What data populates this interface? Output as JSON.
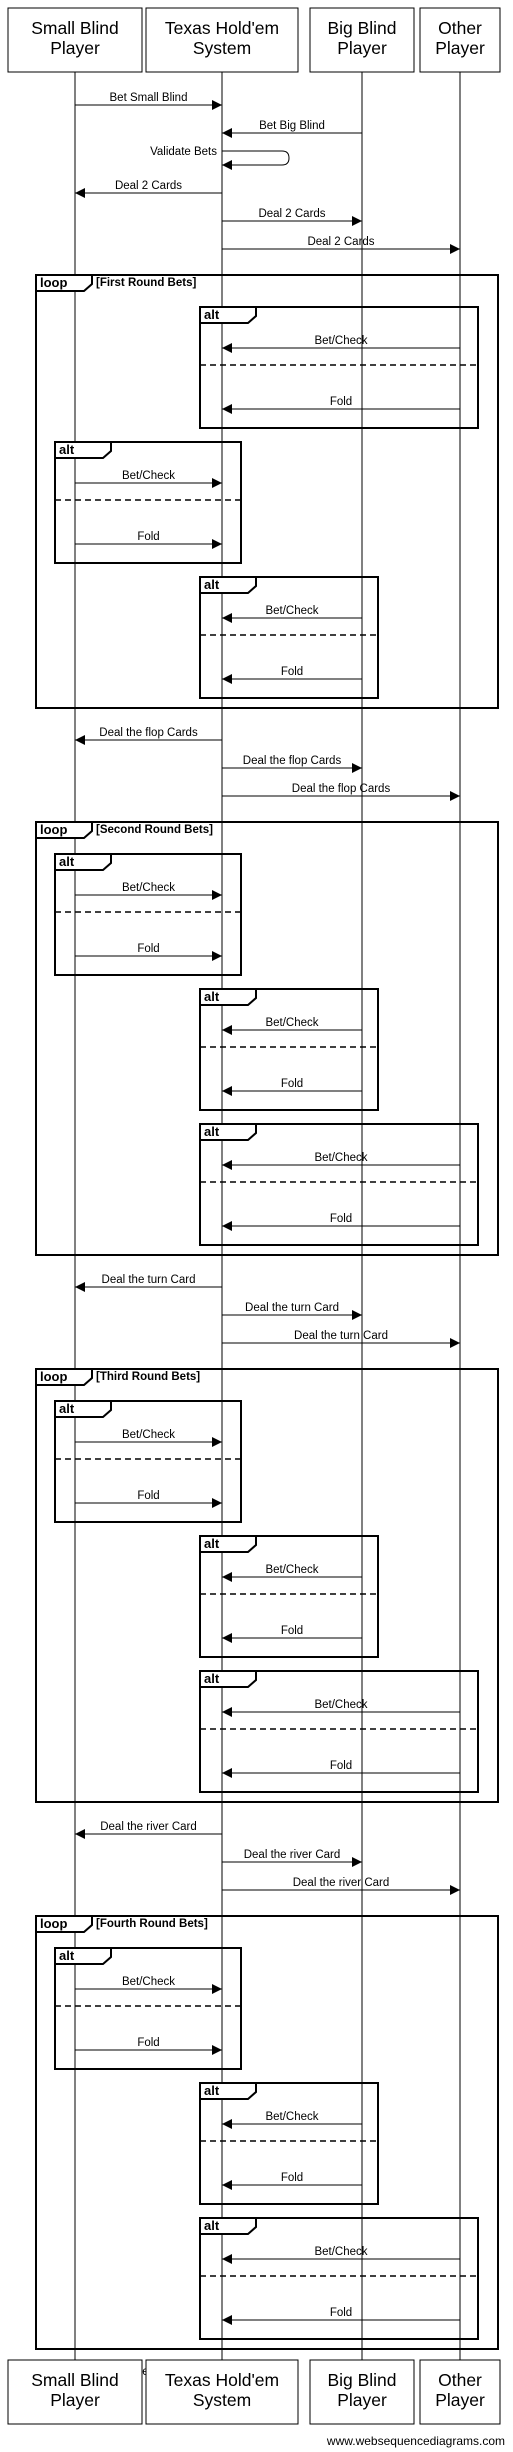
{
  "participants": [
    {
      "id": "sb",
      "lines": [
        "Small Blind",
        "Player"
      ]
    },
    {
      "id": "sys",
      "lines": [
        "Texas Hold'em",
        "System"
      ]
    },
    {
      "id": "bb",
      "lines": [
        "Big Blind",
        "Player"
      ]
    },
    {
      "id": "op",
      "lines": [
        "Other",
        "Player"
      ]
    }
  ],
  "events": [
    {
      "kind": "msg",
      "from": "sb",
      "to": "sys",
      "label": "Bet Small Blind"
    },
    {
      "kind": "msg",
      "from": "bb",
      "to": "sys",
      "label": "Bet Big Blind"
    },
    {
      "kind": "self",
      "at": "sys",
      "label": "Validate Bets"
    },
    {
      "kind": "msg",
      "from": "sys",
      "to": "sb",
      "label": "Deal 2 Cards"
    },
    {
      "kind": "msg",
      "from": "sys",
      "to": "bb",
      "label": "Deal 2 Cards"
    },
    {
      "kind": "msg",
      "from": "sys",
      "to": "op",
      "label": "Deal 2 Cards"
    },
    {
      "kind": "loop",
      "label": "loop",
      "condition": "[First Round Bets]",
      "body": [
        {
          "kind": "alt",
          "label": "alt",
          "player": "op",
          "options": [
            "Bet/Check",
            "Fold"
          ]
        },
        {
          "kind": "alt",
          "label": "alt",
          "player": "sb",
          "options": [
            "Bet/Check",
            "Fold"
          ]
        },
        {
          "kind": "alt",
          "label": "alt",
          "player": "bb",
          "options": [
            "Bet/Check",
            "Fold"
          ]
        }
      ]
    },
    {
      "kind": "msg",
      "from": "sys",
      "to": "sb",
      "label": "Deal the flop Cards"
    },
    {
      "kind": "msg",
      "from": "sys",
      "to": "bb",
      "label": "Deal the flop Cards"
    },
    {
      "kind": "msg",
      "from": "sys",
      "to": "op",
      "label": "Deal the flop Cards"
    },
    {
      "kind": "loop",
      "label": "loop",
      "condition": "[Second Round Bets]",
      "body": [
        {
          "kind": "alt",
          "label": "alt",
          "player": "sb",
          "options": [
            "Bet/Check",
            "Fold"
          ]
        },
        {
          "kind": "alt",
          "label": "alt",
          "player": "bb",
          "options": [
            "Bet/Check",
            "Fold"
          ]
        },
        {
          "kind": "alt",
          "label": "alt",
          "player": "op",
          "options": [
            "Bet/Check",
            "Fold"
          ]
        }
      ]
    },
    {
      "kind": "msg",
      "from": "sys",
      "to": "sb",
      "label": "Deal the turn Card"
    },
    {
      "kind": "msg",
      "from": "sys",
      "to": "bb",
      "label": "Deal the turn Card"
    },
    {
      "kind": "msg",
      "from": "sys",
      "to": "op",
      "label": "Deal the turn Card"
    },
    {
      "kind": "loop",
      "label": "loop",
      "condition": "[Third Round Bets]",
      "body": [
        {
          "kind": "alt",
          "label": "alt",
          "player": "sb",
          "options": [
            "Bet/Check",
            "Fold"
          ]
        },
        {
          "kind": "alt",
          "label": "alt",
          "player": "bb",
          "options": [
            "Bet/Check",
            "Fold"
          ]
        },
        {
          "kind": "alt",
          "label": "alt",
          "player": "op",
          "options": [
            "Bet/Check",
            "Fold"
          ]
        }
      ]
    },
    {
      "kind": "msg",
      "from": "sys",
      "to": "sb",
      "label": "Deal the river Card"
    },
    {
      "kind": "msg",
      "from": "sys",
      "to": "bb",
      "label": "Deal the river Card"
    },
    {
      "kind": "msg",
      "from": "sys",
      "to": "op",
      "label": "Deal the river Card"
    },
    {
      "kind": "loop",
      "label": "loop",
      "condition": "[Fourth Round Bets]",
      "body": [
        {
          "kind": "alt",
          "label": "alt",
          "player": "sb",
          "options": [
            "Bet/Check",
            "Fold"
          ]
        },
        {
          "kind": "alt",
          "label": "alt",
          "player": "bb",
          "options": [
            "Bet/Check",
            "Fold"
          ]
        },
        {
          "kind": "alt",
          "label": "alt",
          "player": "op",
          "options": [
            "Bet/Check",
            "Fold"
          ]
        }
      ]
    },
    {
      "kind": "self",
      "at": "sys",
      "label": "Determine Winner"
    }
  ],
  "credit": "www.websequencediagrams.com"
}
